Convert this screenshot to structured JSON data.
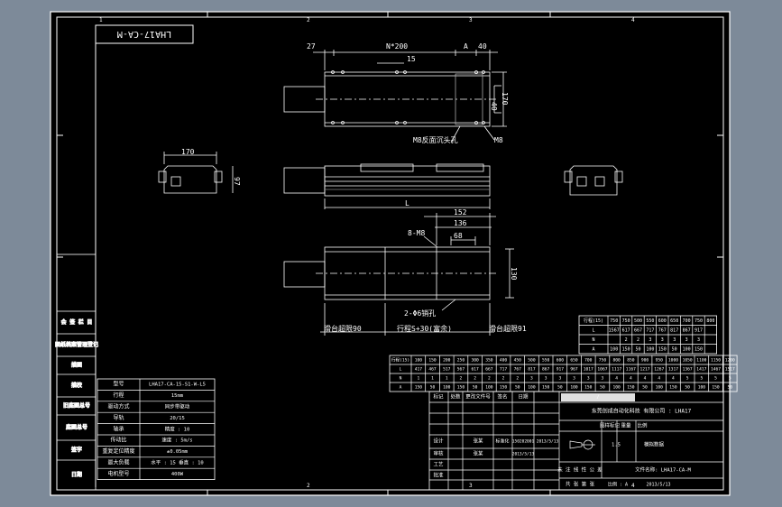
{
  "drawing": {
    "title_block_code": "LHA17-CA-M",
    "border_numbers": [
      "1",
      "2",
      "3",
      "4"
    ],
    "dims_top": {
      "d27": "27",
      "n200": "N*200",
      "a": "A",
      "d40": "40",
      "d15": "15",
      "d40v": "40",
      "d170v": "170",
      "m8_bottom": "M8反面沉头孔",
      "m8": "M8"
    },
    "dims_front": {
      "length": "L"
    },
    "dims_end": {
      "d170": "170",
      "d97": "97"
    },
    "dims_bottom": {
      "d152": "152",
      "d136": "136",
      "d68": "68",
      "m8_holes": "8-M8",
      "d130": "130",
      "pin": "2-Φ6销孔",
      "slide_left": "滑台超限90",
      "stroke": "行程S+30(富余)",
      "slide_right": "滑台超限91"
    }
  },
  "tables": {
    "left_labels": [
      "会 签 栏 目",
      "图纸档案管理登记",
      "描图",
      "描校",
      "旧底图总号",
      "底图总号",
      "签字",
      "日期"
    ],
    "spec_rows": [
      {
        "label": "型号",
        "value": "LHA17-CA-15-S1-W-L5"
      },
      {
        "label": "行程",
        "value": "15mm"
      },
      {
        "label": "驱动方式",
        "value": "同步带驱动"
      },
      {
        "label": "导轨",
        "value": "20/15"
      },
      {
        "label": "轴承",
        "value": "精度 : 10"
      },
      {
        "label": "传动比",
        "value": "速度 : 5m/s"
      },
      {
        "label": "重复定位精度",
        "value": "±0.05mm"
      },
      {
        "label": "最大负载",
        "value": "水平 : 15 垂直 : 10"
      },
      {
        "label": "电机型号",
        "value": "400W"
      }
    ],
    "small_table": {
      "header": [
        "行程(15)",
        "750",
        "750",
        "500",
        "550",
        "600",
        "650",
        "700",
        "750",
        "800"
      ],
      "rows": [
        [
          "L",
          "1567",
          "617",
          "667",
          "717",
          "767",
          "817",
          "867",
          "917"
        ],
        [
          "N",
          "",
          "2",
          "2",
          "3",
          "3",
          "3",
          "3",
          "3"
        ],
        [
          "A",
          "100",
          "150",
          "50",
          "100",
          "150",
          "50",
          "100",
          "150"
        ]
      ]
    },
    "large_table": {
      "header": [
        "行程(15)",
        "100",
        "150",
        "200",
        "250",
        "300",
        "350",
        "400",
        "450",
        "500",
        "550",
        "600",
        "650",
        "700",
        "750",
        "800",
        "850",
        "900",
        "950",
        "1000",
        "1050",
        "1100",
        "1150",
        "1200"
      ],
      "rows": [
        [
          "L",
          "417",
          "467",
          "517",
          "567",
          "617",
          "667",
          "717",
          "767",
          "817",
          "867",
          "917",
          "967",
          "1017",
          "1067",
          "1117",
          "1167",
          "1217",
          "1267",
          "1317",
          "1367",
          "1417",
          "1467",
          "1517"
        ],
        [
          "N",
          "1",
          "1",
          "1",
          "2",
          "2",
          "2",
          "2",
          "2",
          "3",
          "3",
          "3",
          "3",
          "3",
          "3",
          "4",
          "4",
          "4",
          "4",
          "4",
          "5",
          "5",
          "5",
          "5"
        ],
        [
          "A",
          "150",
          "50",
          "100",
          "150",
          "50",
          "100",
          "150",
          "50",
          "100",
          "150",
          "50",
          "100",
          "150",
          "50",
          "100",
          "150",
          "50",
          "100",
          "150",
          "50",
          "100",
          "150",
          "50"
        ]
      ]
    },
    "title_block": {
      "revision_headers": [
        "标记",
        "处数",
        "更改文件号",
        "签名",
        "日期"
      ],
      "name": "东莞创成自动化科技 有限公司 : LHA17",
      "company_row": [
        "设计",
        "张某",
        "标准化",
        "150202001",
        "2013/5/13"
      ],
      "check_row": [
        "审核",
        "张某",
        "",
        "2013/5/13"
      ],
      "process_row": [
        "工艺",
        "",
        "批准",
        ""
      ],
      "weight_headers": [
        "图样标记",
        "重量",
        "比例"
      ],
      "weight_values": [
        "1.5",
        "模拟数据"
      ],
      "drawing_no": "文件名称: LHA17-CA-M",
      "material": "未 注 线 性 公 差",
      "sheet": "共 张 第 张",
      "scale_label": "比例 : A",
      "date": "2013/5/13",
      "version": "/"
    }
  },
  "colors": {
    "background": "#7d8a99",
    "paper": "#000000",
    "line": "#ffffff",
    "hidden": "#8a8a8a"
  }
}
